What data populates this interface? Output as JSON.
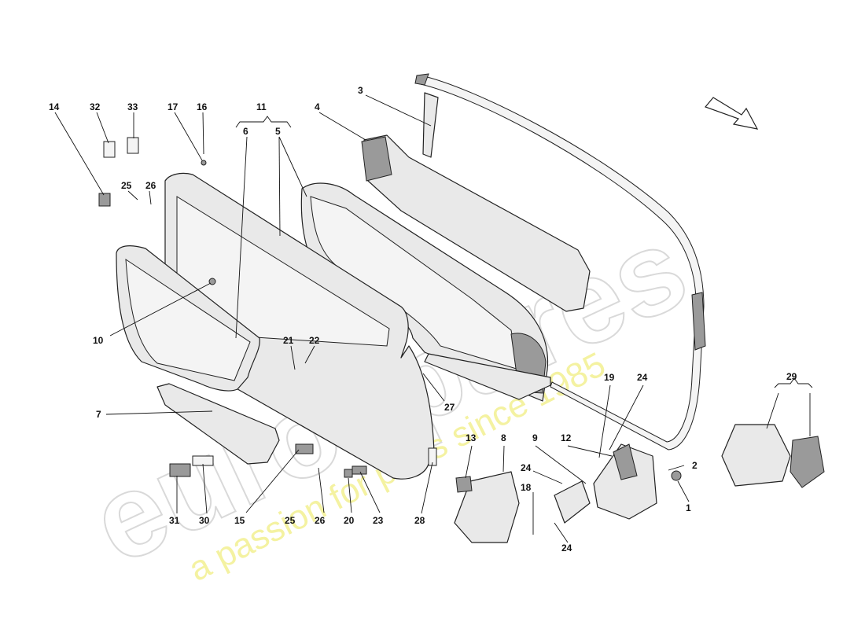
{
  "watermark": {
    "brand": "eurospares",
    "tagline": "a passion for parts since 1985"
  },
  "callouts": {
    "c1": "1",
    "c2": "2",
    "c3": "3",
    "c4": "4",
    "c5a": "5",
    "c5b": "5",
    "c6": "6",
    "c7": "7",
    "c8": "8",
    "c9": "9",
    "c10": "10",
    "c11": "11",
    "c12": "12",
    "c13": "13",
    "c14": "14",
    "c15": "15",
    "c16": "16",
    "c17": "17",
    "c18": "18",
    "c19": "19",
    "c20": "20",
    "c21": "21",
    "c22": "22",
    "c23": "23",
    "c24a": "24",
    "c24b": "24",
    "c24c": "24",
    "c25a": "25",
    "c25b": "25",
    "c26a": "26",
    "c26b": "26",
    "c27": "27",
    "c28": "28",
    "c29": "29",
    "c30": "30",
    "c31": "31",
    "c32": "32",
    "c33": "33"
  },
  "icons": {
    "direction_arrow": "direction-arrow-icon"
  }
}
